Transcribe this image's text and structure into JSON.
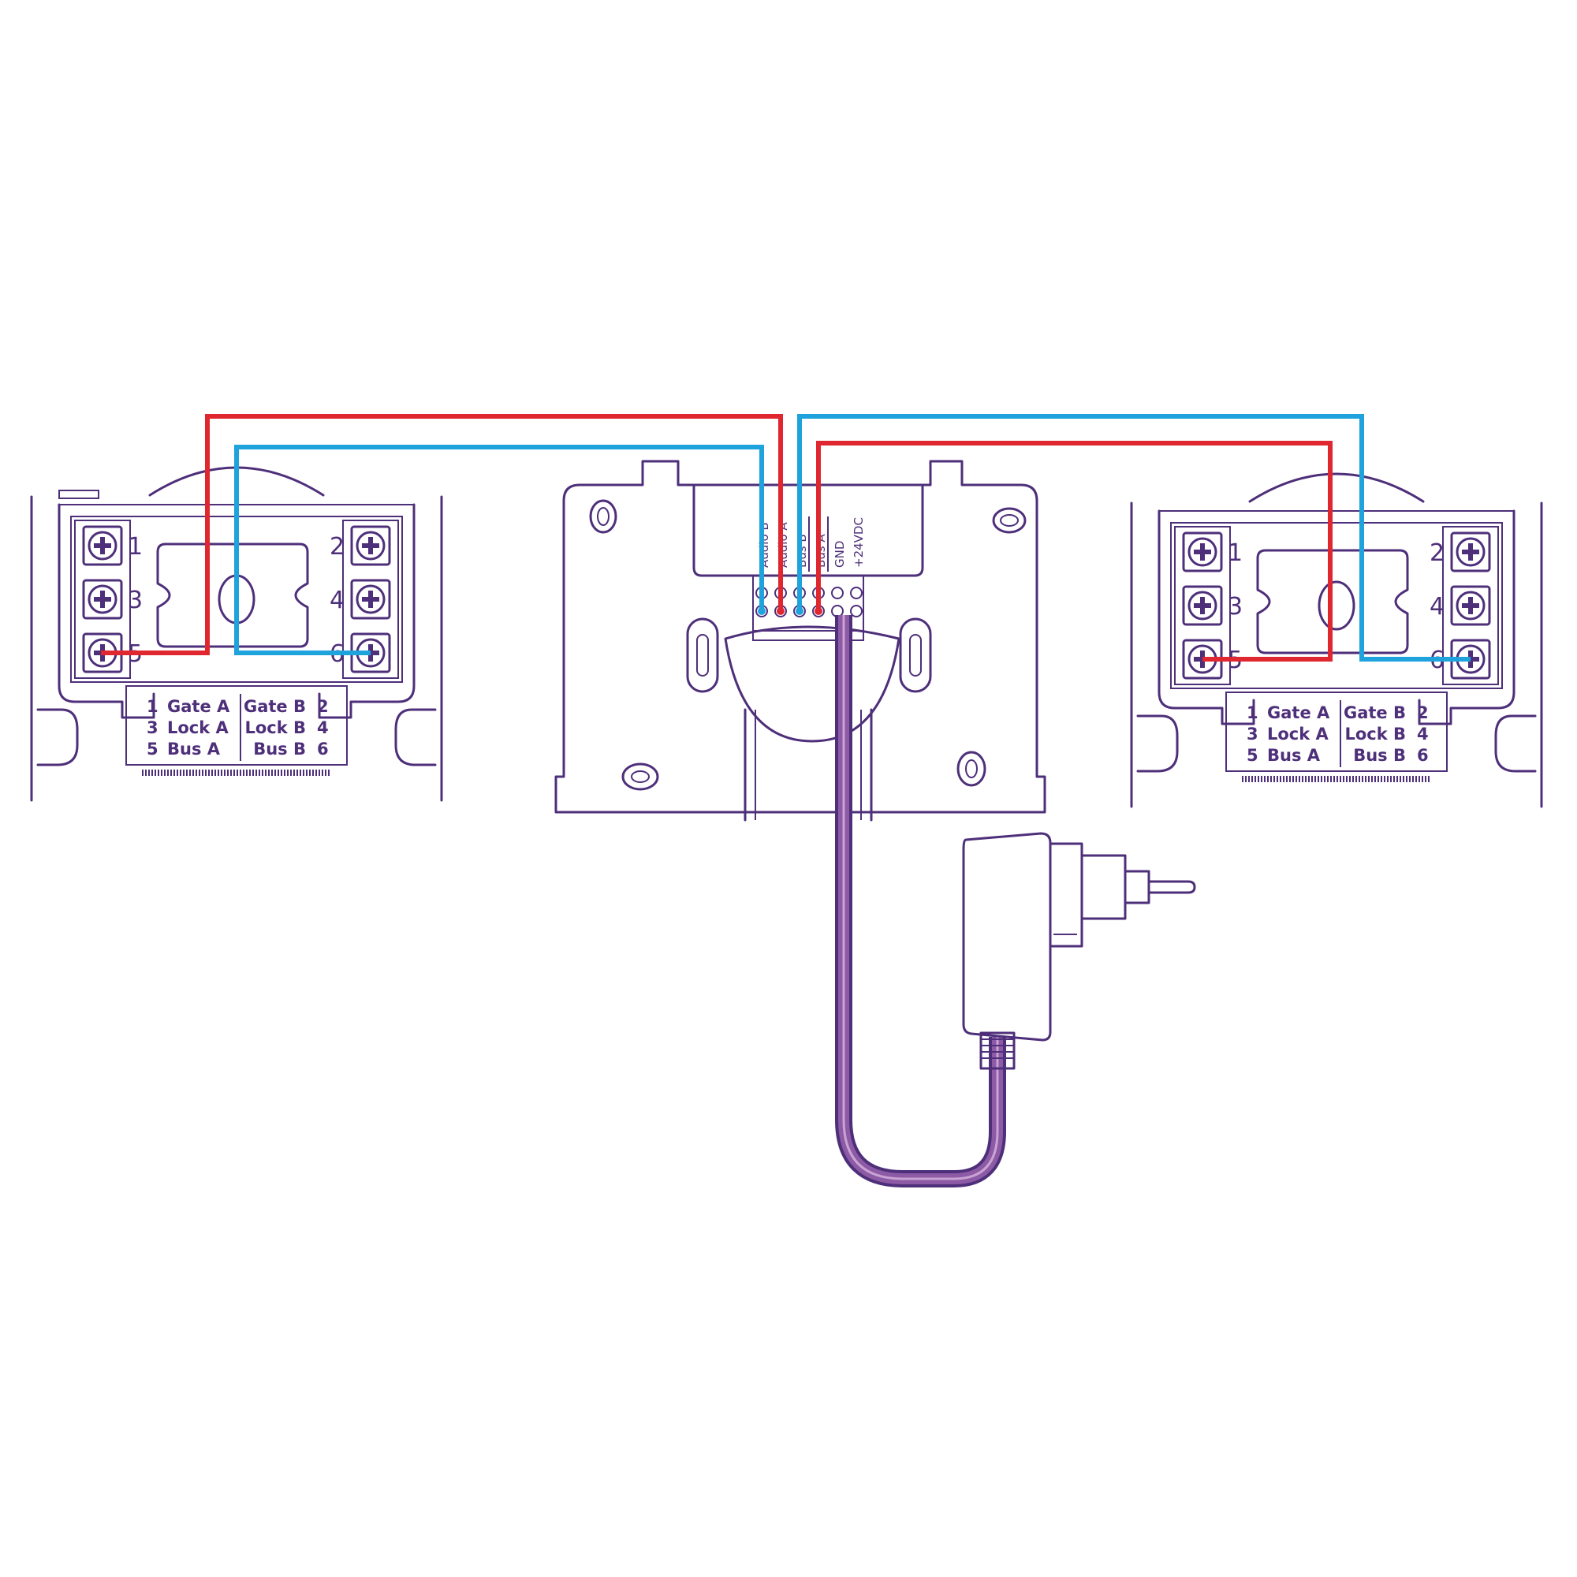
{
  "colors": {
    "outline": "#4e2f7a",
    "wire_red": "#e0262f",
    "wire_blue": "#1ea3dc",
    "adapter_fill": "#b98bc2",
    "cable": "#8d5aa6"
  },
  "left_unit": {
    "terminal_numbers": [
      "1",
      "2",
      "3",
      "4",
      "5",
      "6"
    ],
    "legend_left": [
      {
        "num": "1",
        "text": "Gate A"
      },
      {
        "num": "3",
        "text": "Lock A"
      },
      {
        "num": "5",
        "text": "Bus A"
      }
    ],
    "legend_right": [
      {
        "num": "2",
        "text": "Gate B"
      },
      {
        "num": "4",
        "text": "Lock B"
      },
      {
        "num": "6",
        "text": "Bus B"
      }
    ]
  },
  "right_unit": {
    "terminal_numbers": [
      "1",
      "2",
      "3",
      "4",
      "5",
      "6"
    ],
    "legend_left": [
      {
        "num": "1",
        "text": "Gate A"
      },
      {
        "num": "3",
        "text": "Lock A"
      },
      {
        "num": "5",
        "text": "Bus A"
      }
    ],
    "legend_right": [
      {
        "num": "2",
        "text": "Gate B"
      },
      {
        "num": "4",
        "text": "Lock B"
      },
      {
        "num": "6",
        "text": "Bus B"
      }
    ]
  },
  "center_unit": {
    "terminal_labels": [
      "Audio B",
      "Audio A",
      "Bus B",
      "Bus A",
      "GND",
      "+24VDC"
    ]
  }
}
